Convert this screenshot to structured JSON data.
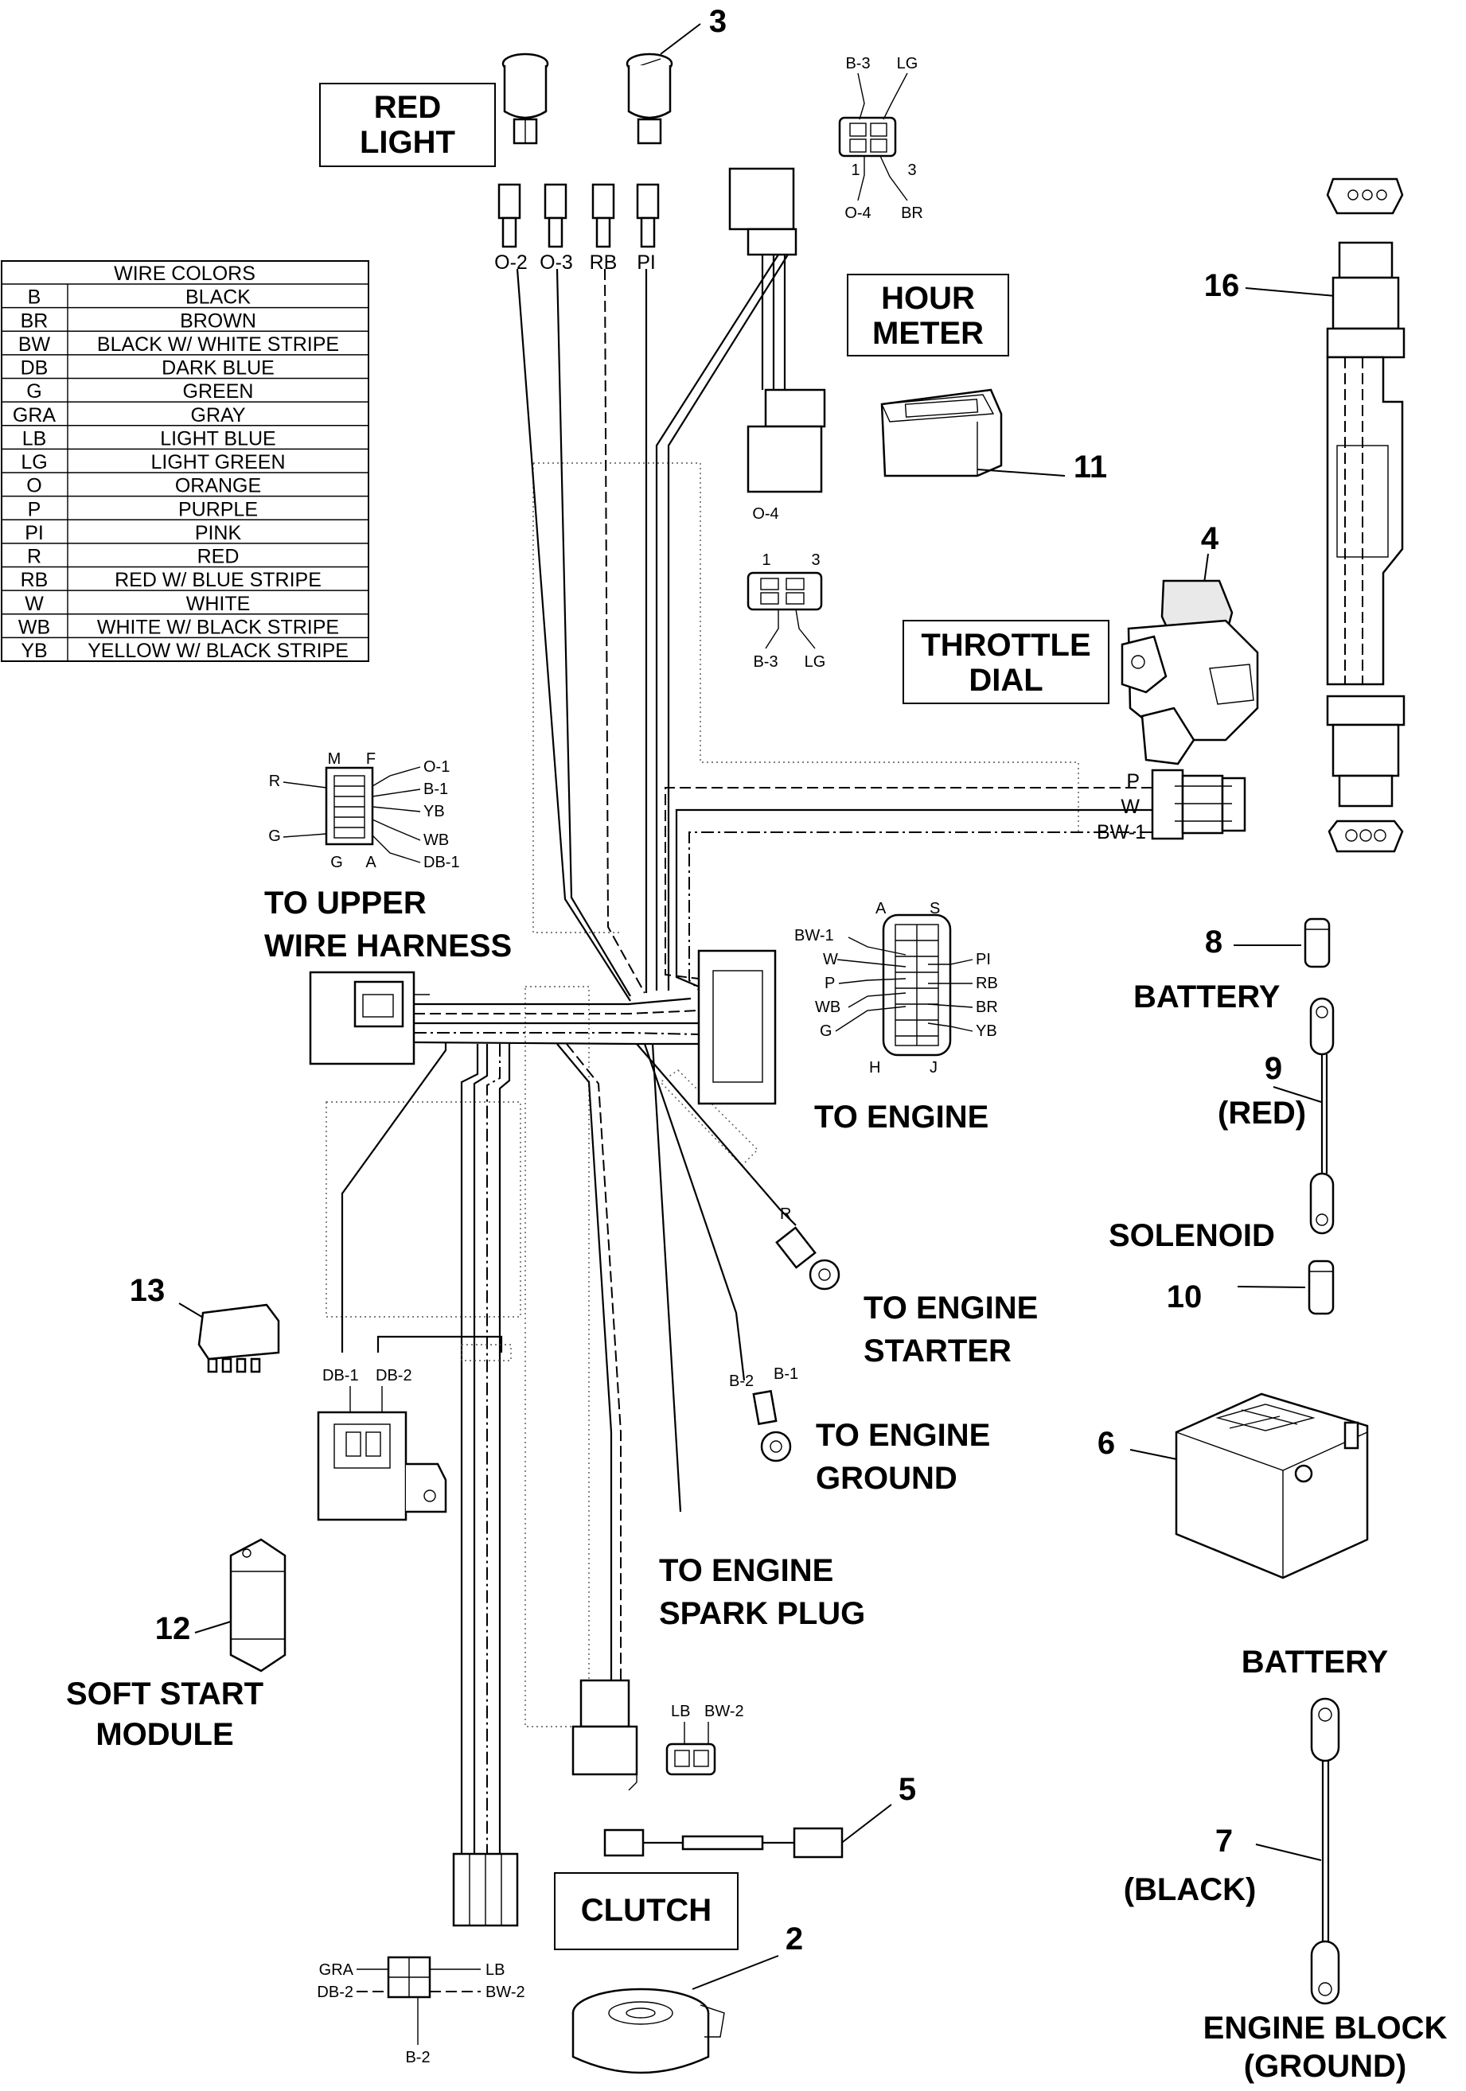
{
  "labels": {
    "red_light": [
      "RED",
      "LIGHT"
    ],
    "hour_meter": [
      "HOUR",
      "METER"
    ],
    "throttle_dial": [
      "THROTTLE",
      "DIAL"
    ],
    "to_upper_wire_harness": [
      "TO UPPER",
      "WIRE HARNESS"
    ],
    "to_engine": "TO ENGINE",
    "to_engine_starter": [
      "TO ENGINE",
      "STARTER"
    ],
    "to_engine_ground": [
      "TO ENGINE",
      "GROUND"
    ],
    "to_engine_spark_plug": [
      "TO ENGINE",
      "SPARK PLUG"
    ],
    "soft_start_module": [
      "SOFT START",
      "MODULE"
    ],
    "clutch": "CLUTCH",
    "battery_top": "BATTERY",
    "red": "(RED)",
    "solenoid": "SOLENOID",
    "battery_mid": "BATTERY",
    "black": "(BLACK)",
    "engine_block_ground": [
      "ENGINE BLOCK",
      "(GROUND)"
    ]
  },
  "callouts": [
    "3",
    "16",
    "11",
    "4",
    "8",
    "9",
    "10",
    "6",
    "13",
    "12",
    "5",
    "7",
    "2"
  ],
  "wire_colors": {
    "title": "WIRE COLORS",
    "rows": [
      [
        "B",
        "BLACK"
      ],
      [
        "BR",
        "BROWN"
      ],
      [
        "BW",
        "BLACK W/ WHITE STRIPE"
      ],
      [
        "DB",
        "DARK BLUE"
      ],
      [
        "G",
        "GREEN"
      ],
      [
        "GRA",
        "GRAY"
      ],
      [
        "LB",
        "LIGHT BLUE"
      ],
      [
        "LG",
        "LIGHT GREEN"
      ],
      [
        "O",
        "ORANGE"
      ],
      [
        "P",
        "PURPLE"
      ],
      [
        "PI",
        "PINK"
      ],
      [
        "R",
        "RED"
      ],
      [
        "RB",
        "RED W/ BLUE STRIPE"
      ],
      [
        "W",
        "WHITE"
      ],
      [
        "WB",
        "WHITE W/ BLACK STRIPE"
      ],
      [
        "YB",
        "YELLOW W/ BLACK STRIPE"
      ]
    ]
  },
  "pins": {
    "light_terminals": [
      "O-2",
      "O-3",
      "RB",
      "PI"
    ],
    "hour_top": [
      "B-3",
      "LG",
      "1",
      "3",
      "O-4",
      "BR"
    ],
    "hour_mid": [
      "O-4",
      "1",
      "3",
      "B-3",
      "LG"
    ],
    "upper_plug": [
      "M",
      "F",
      "R",
      "O-1",
      "B-1",
      "YB",
      "G",
      "WB",
      "G",
      "A",
      "DB-1"
    ],
    "throttle_pins": [
      "P",
      "W",
      "BW-1"
    ],
    "engine_plug": [
      "A",
      "S",
      "BW-1",
      "W",
      "P",
      "WB",
      "G",
      "H",
      "J",
      "PI",
      "RB",
      "BR",
      "YB"
    ],
    "starter": "R",
    "ground": [
      "B-2",
      "B-1"
    ],
    "relay": [
      "DB-1",
      "DB-2"
    ],
    "clutch_plug": [
      "LB",
      "BW-2"
    ],
    "bottom_plug": [
      "GRA",
      "LB",
      "DB-2",
      "BW-2",
      "B-2"
    ]
  },
  "colors": {
    "line": "#000000",
    "background": "#ffffff",
    "part_fill": "#e9e9e9"
  }
}
